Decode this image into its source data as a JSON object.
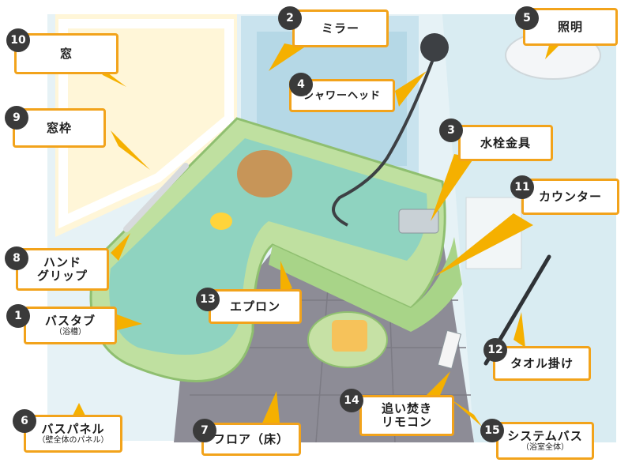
{
  "labels": [
    {
      "num": "1",
      "title": "バスタブ",
      "sub": "（浴槽）"
    },
    {
      "num": "2",
      "title": "ミラー",
      "sub": ""
    },
    {
      "num": "3",
      "title": "水栓金具",
      "sub": ""
    },
    {
      "num": "4",
      "title": "シャワーヘッド",
      "sub": ""
    },
    {
      "num": "5",
      "title": "照明",
      "sub": ""
    },
    {
      "num": "6",
      "title": "バスパネル",
      "sub": "（壁全体のパネル）"
    },
    {
      "num": "7",
      "title": "フロア（床）",
      "sub": ""
    },
    {
      "num": "8",
      "title": "ハンド",
      "sub": "グリップ"
    },
    {
      "num": "9",
      "title": "窓枠",
      "sub": ""
    },
    {
      "num": "10",
      "title": "窓",
      "sub": ""
    },
    {
      "num": "11",
      "title": "カウンター",
      "sub": ""
    },
    {
      "num": "12",
      "title": "タオル掛け",
      "sub": ""
    },
    {
      "num": "13",
      "title": "エプロン",
      "sub": ""
    },
    {
      "num": "14",
      "title": "追い焚き",
      "sub": "リモコン"
    },
    {
      "num": "15",
      "title": "システムバス",
      "sub": "（浴室全体）"
    }
  ],
  "colors": {
    "label_border": "#f2a31b",
    "pointer": "#f5b000",
    "number_badge": "#3a3a3a",
    "tub_water": "#8fd3c0",
    "tub_rim": "#bfe0a0",
    "floor": "#8d8c96",
    "wall": "#e6f2f6"
  }
}
